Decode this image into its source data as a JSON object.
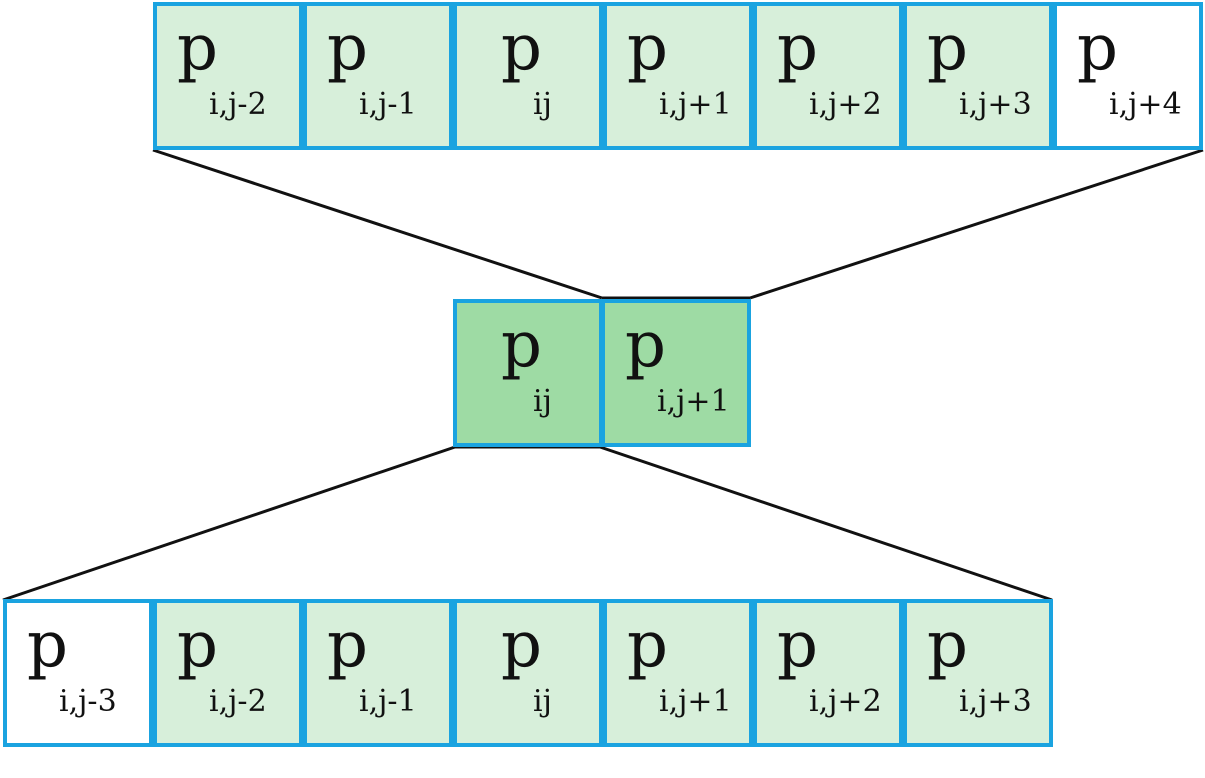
{
  "colors": {
    "cell_border": "#1aa3e0",
    "cell_fill_light": "#d7efda",
    "cell_fill_dark": "#9edba4",
    "cell_fill_empty": "#ffffff",
    "connector": "#111111"
  },
  "top_row": [
    {
      "main": "p",
      "sub": "i,j-2",
      "fill": "light"
    },
    {
      "main": "p",
      "sub": "i,j-1",
      "fill": "light"
    },
    {
      "main": "p",
      "sub": "ij",
      "fill": "light"
    },
    {
      "main": "p",
      "sub": "i,j+1",
      "fill": "light"
    },
    {
      "main": "p",
      "sub": "i,j+2",
      "fill": "light"
    },
    {
      "main": "p",
      "sub": "i,j+3",
      "fill": "light"
    },
    {
      "main": "p",
      "sub": "i,j+4",
      "fill": "white"
    }
  ],
  "middle_row": [
    {
      "main": "p",
      "sub": "ij",
      "fill": "dark"
    },
    {
      "main": "p",
      "sub": "i,j+1",
      "fill": "dark"
    }
  ],
  "bottom_row": [
    {
      "main": "p",
      "sub": "i,j-3",
      "fill": "white"
    },
    {
      "main": "p",
      "sub": "i,j-2",
      "fill": "light"
    },
    {
      "main": "p",
      "sub": "i,j-1",
      "fill": "light"
    },
    {
      "main": "p",
      "sub": "ij",
      "fill": "light"
    },
    {
      "main": "p",
      "sub": "i,j+1",
      "fill": "light"
    },
    {
      "main": "p",
      "sub": "i,j+2",
      "fill": "light"
    },
    {
      "main": "p",
      "sub": "i,j+3",
      "fill": "light"
    }
  ]
}
